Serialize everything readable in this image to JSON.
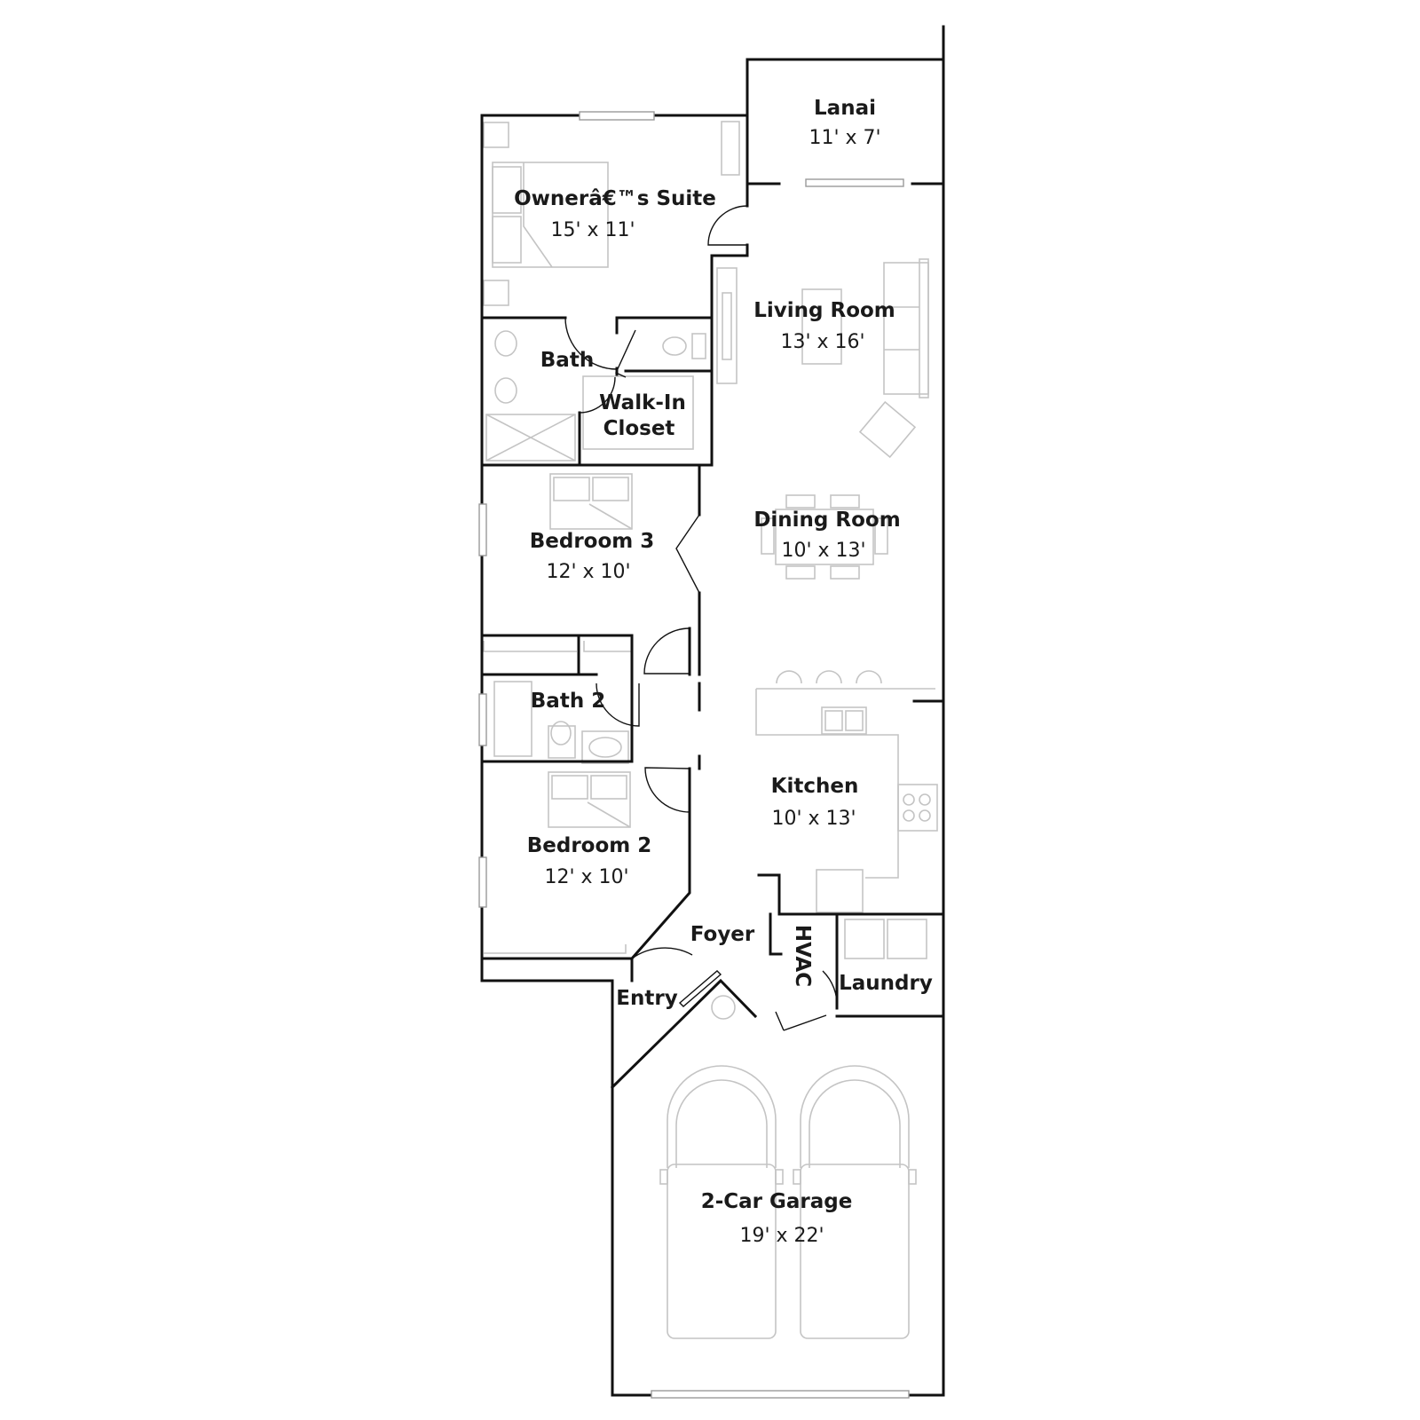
{
  "rooms": {
    "lanai": {
      "name": "Lanai",
      "dims": "11' x 7'"
    },
    "owners": {
      "name": "Ownerâ€™s Suite",
      "dims": "15' x 11'"
    },
    "living": {
      "name": "Living Room",
      "dims": "13' x 16'"
    },
    "bath1": {
      "name": "Bath"
    },
    "closet": {
      "name1": "Walk-In",
      "name2": "Closet"
    },
    "bedroom3": {
      "name": "Bedroom 3",
      "dims": "12' x 10'"
    },
    "dining": {
      "name": "Dining Room",
      "dims": "10' x 13'"
    },
    "bath2": {
      "name": "Bath 2"
    },
    "kitchen": {
      "name": "Kitchen",
      "dims": "10' x 13'"
    },
    "bedroom2": {
      "name": "Bedroom 2",
      "dims": "12' x 10'"
    },
    "foyer": {
      "name": "Foyer"
    },
    "hvac": {
      "name": "HVAC"
    },
    "laundry": {
      "name": "Laundry"
    },
    "entry": {
      "name": "Entry"
    },
    "garage": {
      "name": "2-Car Garage",
      "dims": "19' x 22'"
    }
  }
}
